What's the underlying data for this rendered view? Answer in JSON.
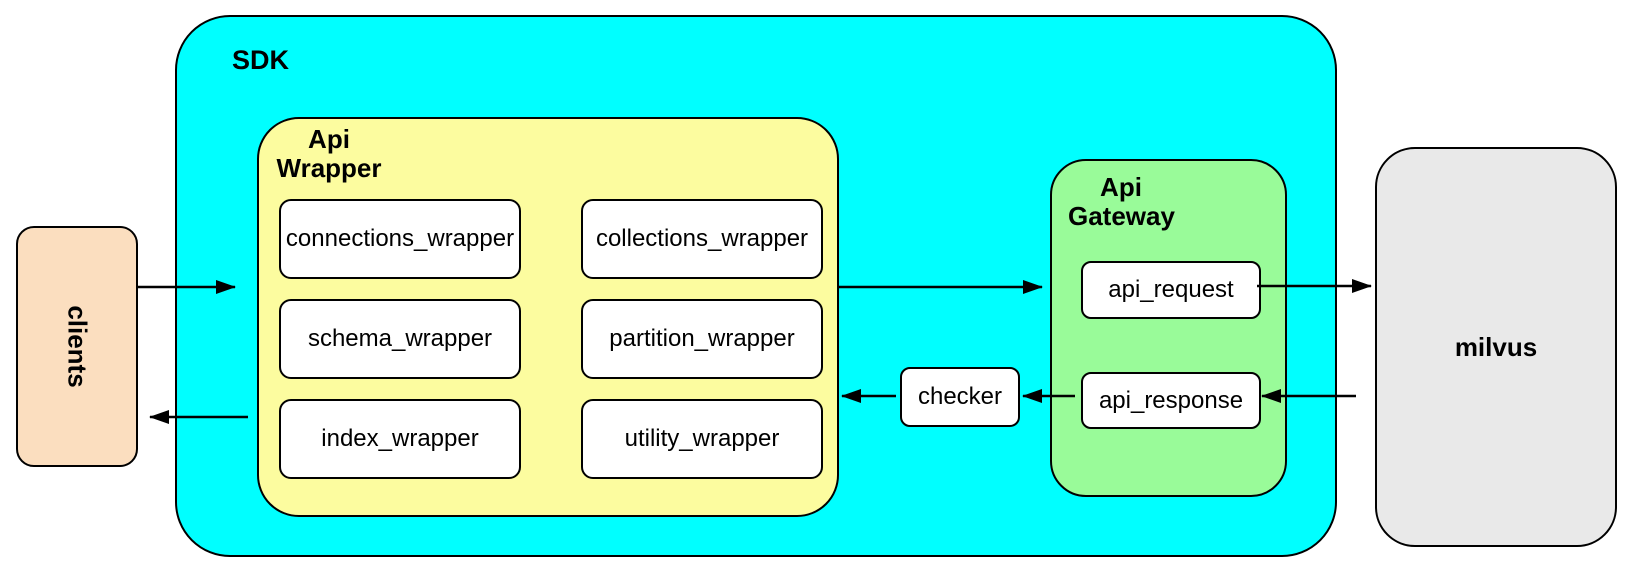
{
  "colors": {
    "background": "#FFFFFF",
    "sdk_fill": "#00FFFF",
    "api_wrapper_fill": "#FCFC9F",
    "api_gateway_fill": "#99FB99",
    "clients_fill": "#FBDEBF",
    "milvus_fill": "#E9E9E9",
    "node_fill": "#FFFFFF",
    "border": "#000000"
  },
  "nodes": {
    "clients": {
      "label": "clients"
    },
    "sdk": {
      "label": "SDK"
    },
    "api_wrapper": {
      "label_line1": "Api",
      "label_line2": "Wrapper",
      "children": [
        "connections_wrapper",
        "collections_wrapper",
        "schema_wrapper",
        "partition_wrapper",
        "index_wrapper",
        "utility_wrapper"
      ]
    },
    "checker": {
      "label": "checker"
    },
    "api_gateway": {
      "label_line1": "Api",
      "label_line2": "Gateway",
      "children": [
        "api_request",
        "api_response"
      ]
    },
    "milvus": {
      "label": "milvus"
    }
  },
  "edges": [
    {
      "name": "clients-to-sdk",
      "direction": "right"
    },
    {
      "name": "api-wrapper-to-clients",
      "direction": "left"
    },
    {
      "name": "api-wrapper-to-api-gateway",
      "direction": "right"
    },
    {
      "name": "api-request-to-milvus",
      "direction": "right"
    },
    {
      "name": "milvus-to-api-response",
      "direction": "left"
    },
    {
      "name": "api-response-to-checker",
      "direction": "left"
    },
    {
      "name": "checker-to-api-wrapper",
      "direction": "left"
    }
  ]
}
